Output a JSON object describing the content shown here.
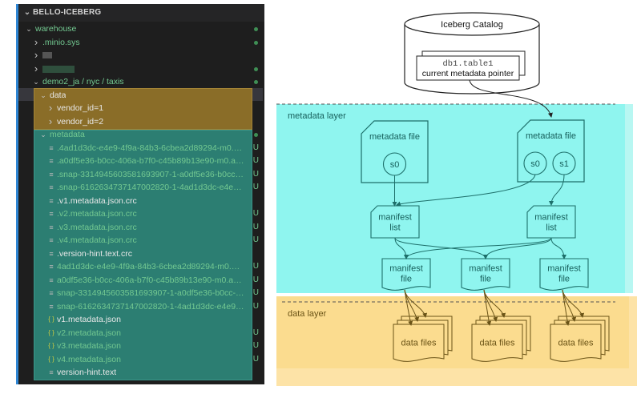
{
  "explorer": {
    "title": "BELLO-ICEBERG",
    "rows": [
      {
        "label": "warehouse",
        "kind": "folder-open",
        "depth": 1,
        "color": "green",
        "dot": true
      },
      {
        "label": ".minio.sys",
        "kind": "folder-closed",
        "depth": 2,
        "color": "green",
        "dot": true
      },
      {
        "label": "",
        "kind": "folder-closed",
        "depth": 2,
        "redacted": "gray",
        "dot": false
      },
      {
        "label": "",
        "kind": "folder-closed",
        "depth": 2,
        "redacted": "green",
        "dot": true
      },
      {
        "label": "demo2_ja / nyc / taxis",
        "kind": "folder-open",
        "depth": 2,
        "color": "green",
        "dot": true
      },
      {
        "label": "data",
        "kind": "folder-open",
        "depth": 3,
        "color": "white",
        "dot": false
      },
      {
        "label": "vendor_id=1",
        "kind": "folder-closed",
        "depth": 4,
        "color": "white",
        "dot": false
      },
      {
        "label": "vendor_id=2",
        "kind": "folder-closed",
        "depth": 4,
        "color": "white",
        "dot": false
      },
      {
        "label": "metadata",
        "kind": "folder-open",
        "depth": 3,
        "color": "green",
        "dot": true
      },
      {
        "label": ".4ad1d3dc-e4e9-4f9a-84b3-6cbea2d89294-m0.av...",
        "kind": "file",
        "depth": 4,
        "color": "green",
        "badge": "U"
      },
      {
        "label": ".a0df5e36-b0cc-406a-b7f0-c45b89b13e90-m0.avr...",
        "kind": "file",
        "depth": 4,
        "color": "green",
        "badge": "U"
      },
      {
        "label": ".snap-3314945603581693907-1-a0df5e36-b0cc-4...",
        "kind": "file",
        "depth": 4,
        "color": "green",
        "badge": "U"
      },
      {
        "label": ".snap-6162634737147002820-1-4ad1d3dc-e4e9-4...",
        "kind": "file",
        "depth": 4,
        "color": "green",
        "badge": "U"
      },
      {
        "label": ".v1.metadata.json.crc",
        "kind": "file",
        "depth": 4,
        "color": "white"
      },
      {
        "label": ".v2.metadata.json.crc",
        "kind": "file",
        "depth": 4,
        "color": "green",
        "badge": "U"
      },
      {
        "label": ".v3.metadata.json.crc",
        "kind": "file",
        "depth": 4,
        "color": "green",
        "badge": "U"
      },
      {
        "label": ".v4.metadata.json.crc",
        "kind": "file",
        "depth": 4,
        "color": "green",
        "badge": "U"
      },
      {
        "label": ".version-hint.text.crc",
        "kind": "file",
        "depth": 4,
        "color": "white"
      },
      {
        "label": "4ad1d3dc-e4e9-4f9a-84b3-6cbea2d89294-m0.avro",
        "kind": "file",
        "depth": 4,
        "color": "green",
        "badge": "U"
      },
      {
        "label": "a0df5e36-b0cc-406a-b7f0-c45b89b13e90-m0.avro",
        "kind": "file",
        "depth": 4,
        "color": "green",
        "badge": "U"
      },
      {
        "label": "snap-3314945603581693907-1-a0df5e36-b0cc-4...",
        "kind": "file",
        "depth": 4,
        "color": "green",
        "badge": "U"
      },
      {
        "label": "snap-6162634737147002820-1-4ad1d3dc-e4e9-4f...",
        "kind": "file",
        "depth": 4,
        "color": "green",
        "badge": "U"
      },
      {
        "label": "v1.metadata.json",
        "kind": "json",
        "depth": 4,
        "color": "white"
      },
      {
        "label": "v2.metadata.json",
        "kind": "json",
        "depth": 4,
        "color": "green",
        "badge": "U"
      },
      {
        "label": "v3.metadata.json",
        "kind": "json",
        "depth": 4,
        "color": "green",
        "badge": "U"
      },
      {
        "label": "v4.metadata.json",
        "kind": "json",
        "depth": 4,
        "color": "green",
        "badge": "U"
      },
      {
        "label": "version-hint.text",
        "kind": "file",
        "depth": 4,
        "color": "white"
      }
    ]
  },
  "diagram": {
    "catalog": {
      "title": "Iceberg Catalog",
      "table_name": "db1.table1",
      "pointer_label": "current metadata pointer"
    },
    "metadata_layer": {
      "label": "metadata layer",
      "color": "#8ff5ef",
      "metadata_files": [
        {
          "label": "metadata file",
          "snapshots": [
            "s0"
          ]
        },
        {
          "label": "metadata file",
          "snapshots": [
            "s0",
            "s1"
          ]
        }
      ],
      "manifest_lists": [
        "manifest\nlist",
        "manifest\nlist"
      ],
      "manifest_files": [
        "manifest\nfile",
        "manifest\nfile",
        "manifest\nfile"
      ]
    },
    "data_layer": {
      "label": "data layer",
      "color": "#fde08f",
      "data_files": [
        "data files",
        "data files",
        "data files"
      ]
    },
    "colors": {
      "teal_stroke": "#1d6f6a",
      "teal_text": "#17605c",
      "data_stroke": "#6b5417",
      "data_text": "#6b5417"
    }
  }
}
